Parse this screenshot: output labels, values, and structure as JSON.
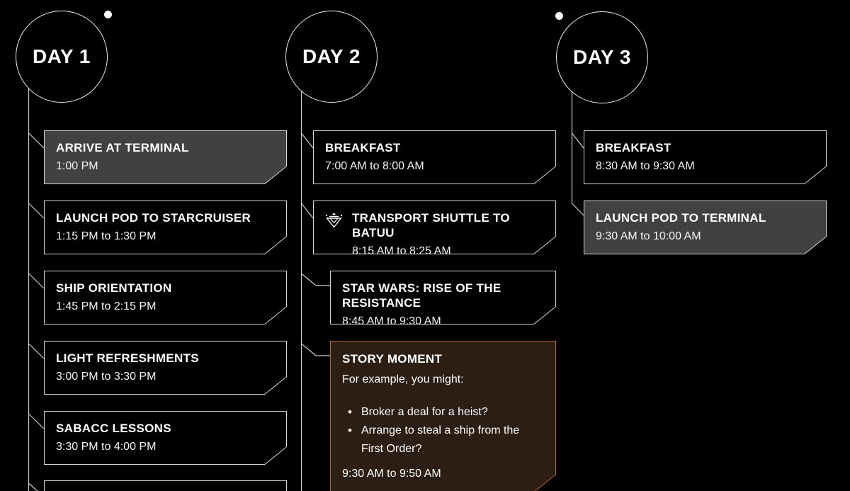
{
  "colors": {
    "background": "#000000",
    "card_border": "#d6d6d6",
    "card_highlight_bg": "#414141",
    "story_bg": "#2c1e13",
    "story_border": "#b9612e",
    "connector_line": "#cfcfcf",
    "text": "#ffffff"
  },
  "days": [
    {
      "label": "DAY 1",
      "events": [
        {
          "title": "ARRIVE AT TERMINAL",
          "time": "1:00 PM",
          "highlighted": true
        },
        {
          "title": "LAUNCH POD TO STARCRUISER",
          "time": "1:15 PM to 1:30 PM"
        },
        {
          "title": "SHIP ORIENTATION",
          "time": "1:45 PM to 2:15 PM"
        },
        {
          "title": "LIGHT REFRESHMENTS",
          "time": "3:00 PM to 3:30 PM"
        },
        {
          "title": "SABACC LESSONS",
          "time": "3:30 PM to 4:00 PM"
        }
      ]
    },
    {
      "label": "DAY 2",
      "events": [
        {
          "title": "BREAKFAST",
          "time": "7:00 AM to 8:00 AM"
        },
        {
          "title": "TRANSPORT SHUTTLE TO BATUU",
          "time": "8:15 AM to 8:25 AM",
          "icon": "shuttle-icon"
        },
        {
          "title": "STAR WARS: RISE OF THE RESISTANCE",
          "time": "8:45 AM to 9:30 AM"
        },
        {
          "title": "STORY MOMENT",
          "intro": "For example, you might:",
          "bullets": [
            "Broker a deal for a heist?",
            "Arrange to steal a ship from the First Order?"
          ],
          "time": "9:30 AM to 9:50 AM",
          "type": "story"
        }
      ]
    },
    {
      "label": "DAY 3",
      "events": [
        {
          "title": "BREAKFAST",
          "time": "8:30 AM to 9:30 AM"
        },
        {
          "title": "LAUNCH POD TO TERMINAL",
          "time": "9:30 AM to 10:00 AM",
          "highlighted": true
        }
      ]
    }
  ]
}
